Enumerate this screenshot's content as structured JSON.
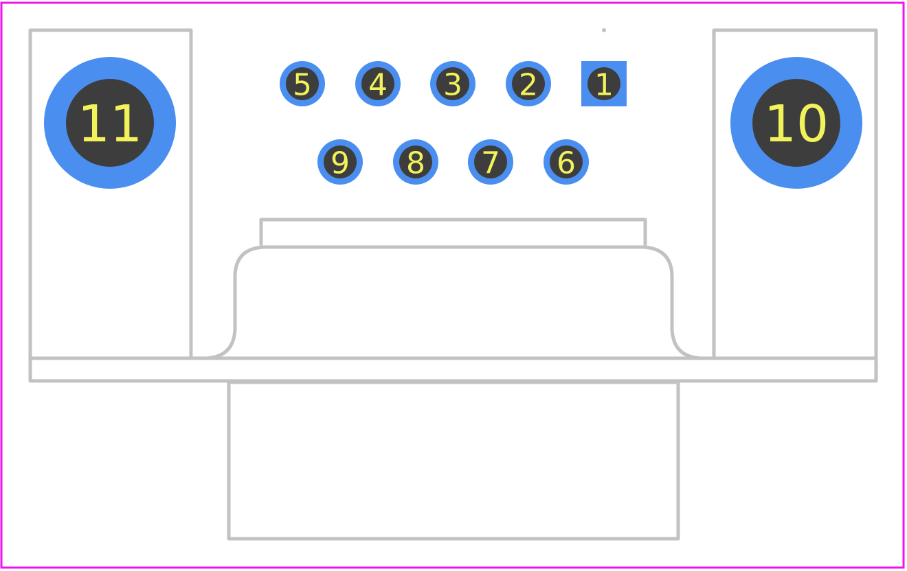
{
  "colors": {
    "background": "#ffffff",
    "courtyard": "#ec15ec",
    "silkscreen": "#c2c2c2",
    "copper": "#4a8ff0",
    "drill": "#3d3d3d",
    "pad_label": "#f2f25a"
  },
  "pads": [
    {
      "id": "pad-1",
      "label": "1",
      "shape": "square"
    },
    {
      "id": "pad-2",
      "label": "2",
      "shape": "round"
    },
    {
      "id": "pad-3",
      "label": "3",
      "shape": "round"
    },
    {
      "id": "pad-4",
      "label": "4",
      "shape": "round"
    },
    {
      "id": "pad-5",
      "label": "5",
      "shape": "round"
    },
    {
      "id": "pad-6",
      "label": "6",
      "shape": "round"
    },
    {
      "id": "pad-7",
      "label": "7",
      "shape": "round"
    },
    {
      "id": "pad-8",
      "label": "8",
      "shape": "round"
    },
    {
      "id": "pad-9",
      "label": "9",
      "shape": "round"
    },
    {
      "id": "pad-10",
      "label": "10",
      "shape": "mounting"
    },
    {
      "id": "pad-11",
      "label": "11",
      "shape": "mounting"
    }
  ]
}
